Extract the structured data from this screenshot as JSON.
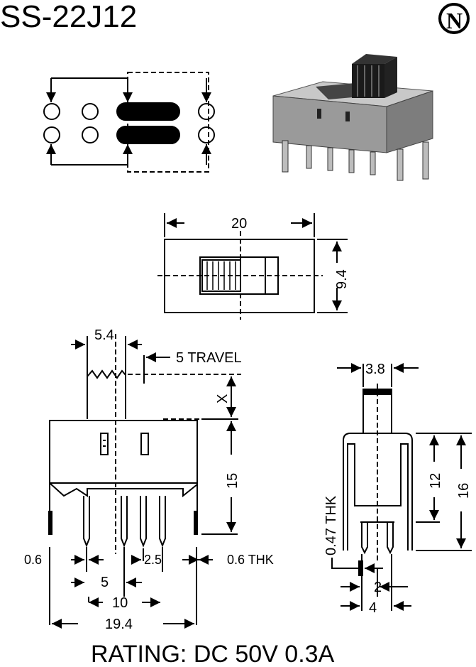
{
  "title": "SS-22J12",
  "logo": {
    "letter": "N",
    "icon": "brand-logo-n"
  },
  "rating": "RATING: DC 50V 0.3A",
  "top_view": {
    "width": "20",
    "height": "9.4"
  },
  "front_view": {
    "actuator_width": "5.4",
    "travel": "5 TRAVEL",
    "actuator_height": "X",
    "body_height": "15",
    "pin_width": "0.6",
    "pin_pitch_a": "2.5",
    "pin_thk": "0.6 THK",
    "pitch_5": "5",
    "pitch_10": "10",
    "overall_width": "19.4"
  },
  "side_view": {
    "actuator_width": "3.8",
    "frame_thk": "0.47 THK",
    "height_12": "12",
    "height_16": "16",
    "pitch_2": "2",
    "pitch_4": "4"
  }
}
